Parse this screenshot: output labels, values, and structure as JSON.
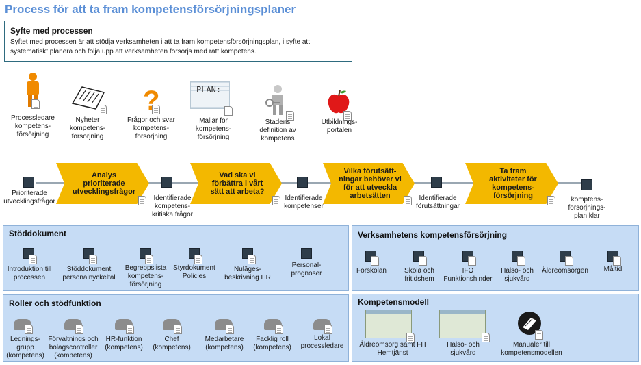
{
  "title": "Process för att ta fram kompetensförsörjningsplaner",
  "purpose": {
    "heading": "Syfte med processen",
    "line1": "Syftet med processen är att stödja verksamheten i att ta fram kompetensförsörjningsplan, i syfte att",
    "line2": "systematiskt planera och följa upp att verksamheten försörjs med rätt kompetens."
  },
  "resources": [
    {
      "l1": "Processledare",
      "l2": "kompetens-",
      "l3": "försörjning"
    },
    {
      "l1": "Nyheter",
      "l2": "kompetens-",
      "l3": "försörjning"
    },
    {
      "l1": "Frågor och svar",
      "l2": "kompetens-",
      "l3": "försörjning"
    },
    {
      "l1": "Mallar för",
      "l2": "kompetens-",
      "l3": "försörjning"
    },
    {
      "l1": "Stadens",
      "l2": "definition av",
      "l3": "kompetens"
    },
    {
      "l1": "Utbildnings-",
      "l2": "portalen",
      "l3": ""
    }
  ],
  "flow": {
    "steps": [
      {
        "l1": "Analys",
        "l2": "prioriterade",
        "l3": "utvecklingsfrågor",
        "l4": ""
      },
      {
        "l1": "Vad ska vi",
        "l2": "förbättra i vårt",
        "l3": "sätt att arbeta?",
        "l4": ""
      },
      {
        "l1": "Vilka förutsätt-",
        "l2": "ningar behöver vi",
        "l3": "för att utveckla",
        "l4": "arbetsätten"
      },
      {
        "l1": "Ta fram",
        "l2": "aktiviteter för",
        "l3": "kompetens-",
        "l4": "försörjning"
      }
    ],
    "outputs": [
      {
        "l1": "Prioriterade",
        "l2": "utvecklingsfrågor",
        "l3": ""
      },
      {
        "l1": "Identifierade",
        "l2": "kompetens-",
        "l3": "kritiska frågor"
      },
      {
        "l1": "Identifierade",
        "l2": "kompetenser",
        "l3": ""
      },
      {
        "l1": "Identifierade",
        "l2": "förutsättningar",
        "l3": ""
      },
      {
        "l1": "komptens-",
        "l2": "försörjnings-",
        "l3": "plan klar"
      }
    ]
  },
  "stoddokument": {
    "heading": "Stöddokument",
    "items": [
      {
        "l1": "Introduktion till",
        "l2": "processen",
        "l3": ""
      },
      {
        "l1": "Stöddokument",
        "l2": "personalnyckeltal",
        "l3": ""
      },
      {
        "l1": "Begreppslista",
        "l2": "kompetens-",
        "l3": "försörjning"
      },
      {
        "l1": "Styrdokument",
        "l2": "Policies",
        "l3": ""
      },
      {
        "l1": "Nuläges-",
        "l2": "beskrivning HR",
        "l3": ""
      },
      {
        "l1": "Personal-",
        "l2": "prognoser",
        "l3": ""
      }
    ]
  },
  "verksamhetens": {
    "heading": "Verksamhetens kompetensförsörjning",
    "items": [
      {
        "l1": "Förskolan",
        "l2": ""
      },
      {
        "l1": "Skola och",
        "l2": "fritidshem"
      },
      {
        "l1": "IFO",
        "l2": "Funktionshinder"
      },
      {
        "l1": "Hälso- och",
        "l2": "sjukvård"
      },
      {
        "l1": "Äldreomsorgen",
        "l2": ""
      },
      {
        "l1": "Måltid",
        "l2": ""
      }
    ]
  },
  "roller": {
    "heading": "Roller och stödfunktion",
    "items": [
      {
        "l1": "Lednings-",
        "l2": "grupp",
        "l3": "(kompetens)"
      },
      {
        "l1": "Förvaltnings och",
        "l2": "bolagscontroller",
        "l3": "(kompetens)"
      },
      {
        "l1": "HR-funktion",
        "l2": "(kompetens)",
        "l3": ""
      },
      {
        "l1": "Chef",
        "l2": "(kompetens)",
        "l3": ""
      },
      {
        "l1": "Medarbetare",
        "l2": "(kompetens)",
        "l3": ""
      },
      {
        "l1": "Facklig roll",
        "l2": "(kompetens)",
        "l3": ""
      },
      {
        "l1": "Lokal",
        "l2": "processledare",
        "l3": ""
      }
    ]
  },
  "kompetensmodell": {
    "heading": "Kompetensmodell",
    "items": [
      {
        "l1": "Äldreomsorg samt FH",
        "l2": "Hemtjänst"
      },
      {
        "l1": "Hälso- och",
        "l2": "sjukvård"
      },
      {
        "l1": "Manualer till",
        "l2": "kompetensmodellen"
      }
    ]
  },
  "icon_plan_text": "PLAN:",
  "colors": {
    "chevron": "#f3b800",
    "panel": "#c6dcf5",
    "title": "#5b8fd6"
  }
}
